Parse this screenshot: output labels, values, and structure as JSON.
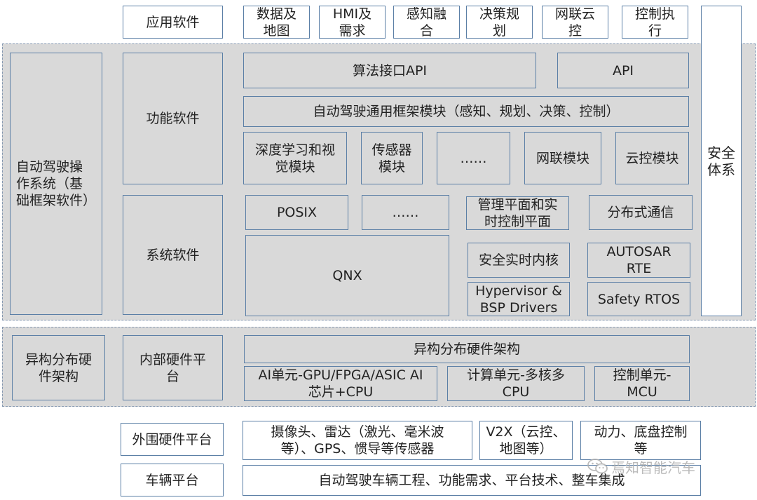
{
  "application_row": {
    "label": "应用软件",
    "items": [
      "数据及\n地图",
      "HMI及\n需求",
      "感知融\n合",
      "决策规\n划",
      "网联云\n控",
      "控制执\n行"
    ]
  },
  "safety": "安全\n体系",
  "os_framework": {
    "label": "自动驾驶操\n作系统（基\n础框架软件）",
    "function_software": {
      "label": "功能软件",
      "algorithm_api": "算法接口API",
      "api": "API",
      "common_framework": "自动驾驶通用框架模块（感知、规划、决策、控制）",
      "modules": [
        "深度学习和视\n觉模块",
        "传感器\n模块",
        "……",
        "网联模块",
        "云控模块"
      ]
    },
    "system_software": {
      "label": "系统软件",
      "posix": "POSIX",
      "ellipsis": "……",
      "management_plane": "管理平面和实\n时控制平面",
      "distributed_comm": "分布式通信",
      "qnx": "QNX",
      "safety_kernel": "安全实时内核",
      "autosar_rte": "AUTOSAR\nRTE",
      "hypervisor": "Hypervisor &\nBSP Drivers",
      "safety_rtos": "Safety RTOS"
    }
  },
  "hardware": {
    "label": "异构分布硬\n件架构",
    "internal_platform": "内部硬件平\n台",
    "architecture": "异构分布硬件架构",
    "units": [
      "AI单元-GPU/FPGA/ASIC AI\n芯片+CPU",
      "计算单元-多核多\nCPU",
      "控制单元-\nMCU"
    ]
  },
  "peripheral": {
    "label": "外围硬件平台",
    "items": [
      "摄像头、雷达（激光、毫米波\n等）、GPS、惯导等传感器",
      "V2X（云控、\n地图等）",
      "动力、底盘控制\n等"
    ]
  },
  "vehicle": {
    "label": "车辆平台",
    "content": "自动驾驶车辆工程、功能需求、平台技术、整车集成"
  },
  "watermark": "焉知智能汽车",
  "colors": {
    "border": "#5b7fa6",
    "fill": "#d9d9d9",
    "dashed": "#8497b0"
  }
}
